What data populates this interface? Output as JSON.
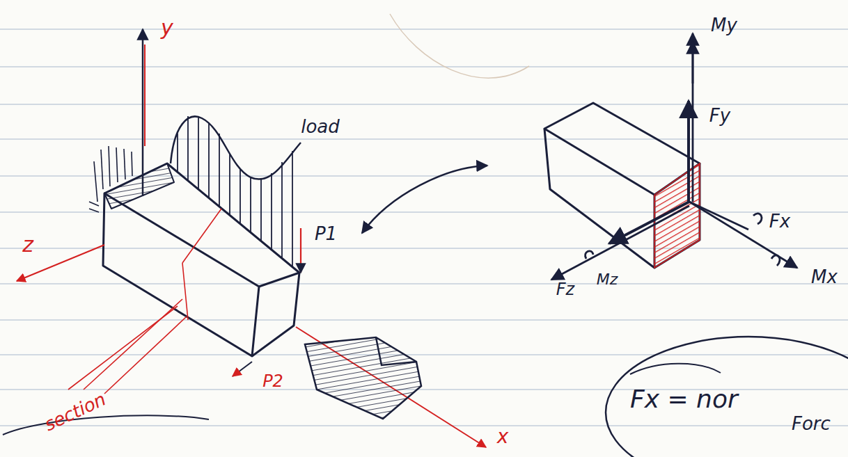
{
  "diagram": {
    "nodes": [
      {
        "text": [
          "Fx = nor",
          "Forc"
        ]
      }
    ],
    "labels": [
      "y",
      "load",
      "z",
      "section",
      "P1",
      "P2",
      "x",
      "My",
      "Fy",
      "Fx",
      "Mx",
      "Fz",
      "Mz"
    ]
  }
}
